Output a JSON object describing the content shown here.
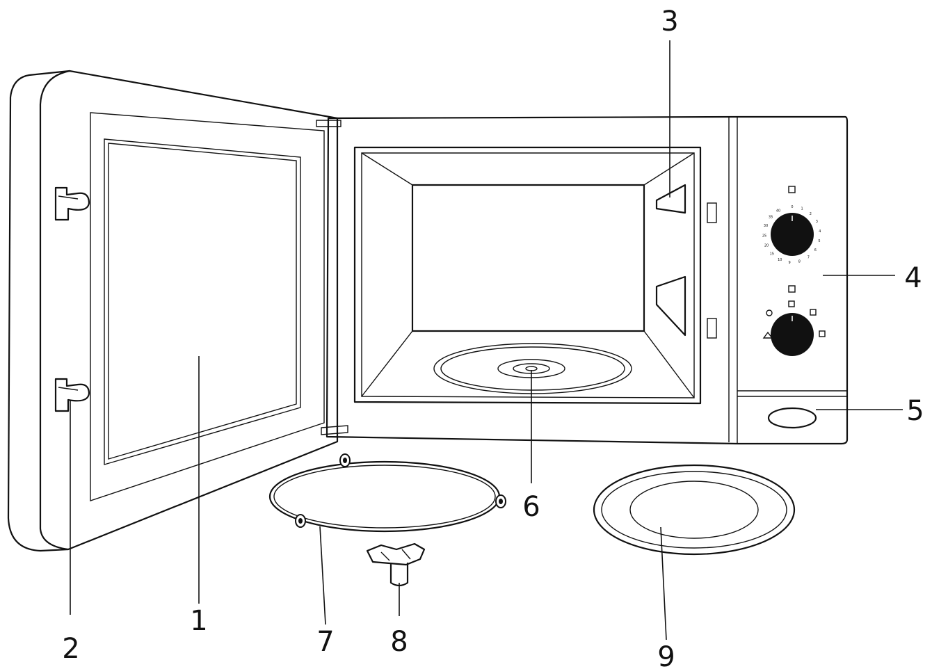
{
  "callouts": {
    "door_window": "1",
    "door_hook": "2",
    "waveguide_cover": "3",
    "control_panel": "4",
    "door_release": "5",
    "shaft": "6",
    "roller_ring": "7",
    "coupler": "8",
    "glass_tray": "9"
  },
  "timer_dial_ticks": [
    "0",
    "1",
    "2",
    "3",
    "4",
    "5",
    "6",
    "7",
    "8",
    "9",
    "10",
    "15",
    "20",
    "25",
    "30",
    "35",
    "40"
  ]
}
